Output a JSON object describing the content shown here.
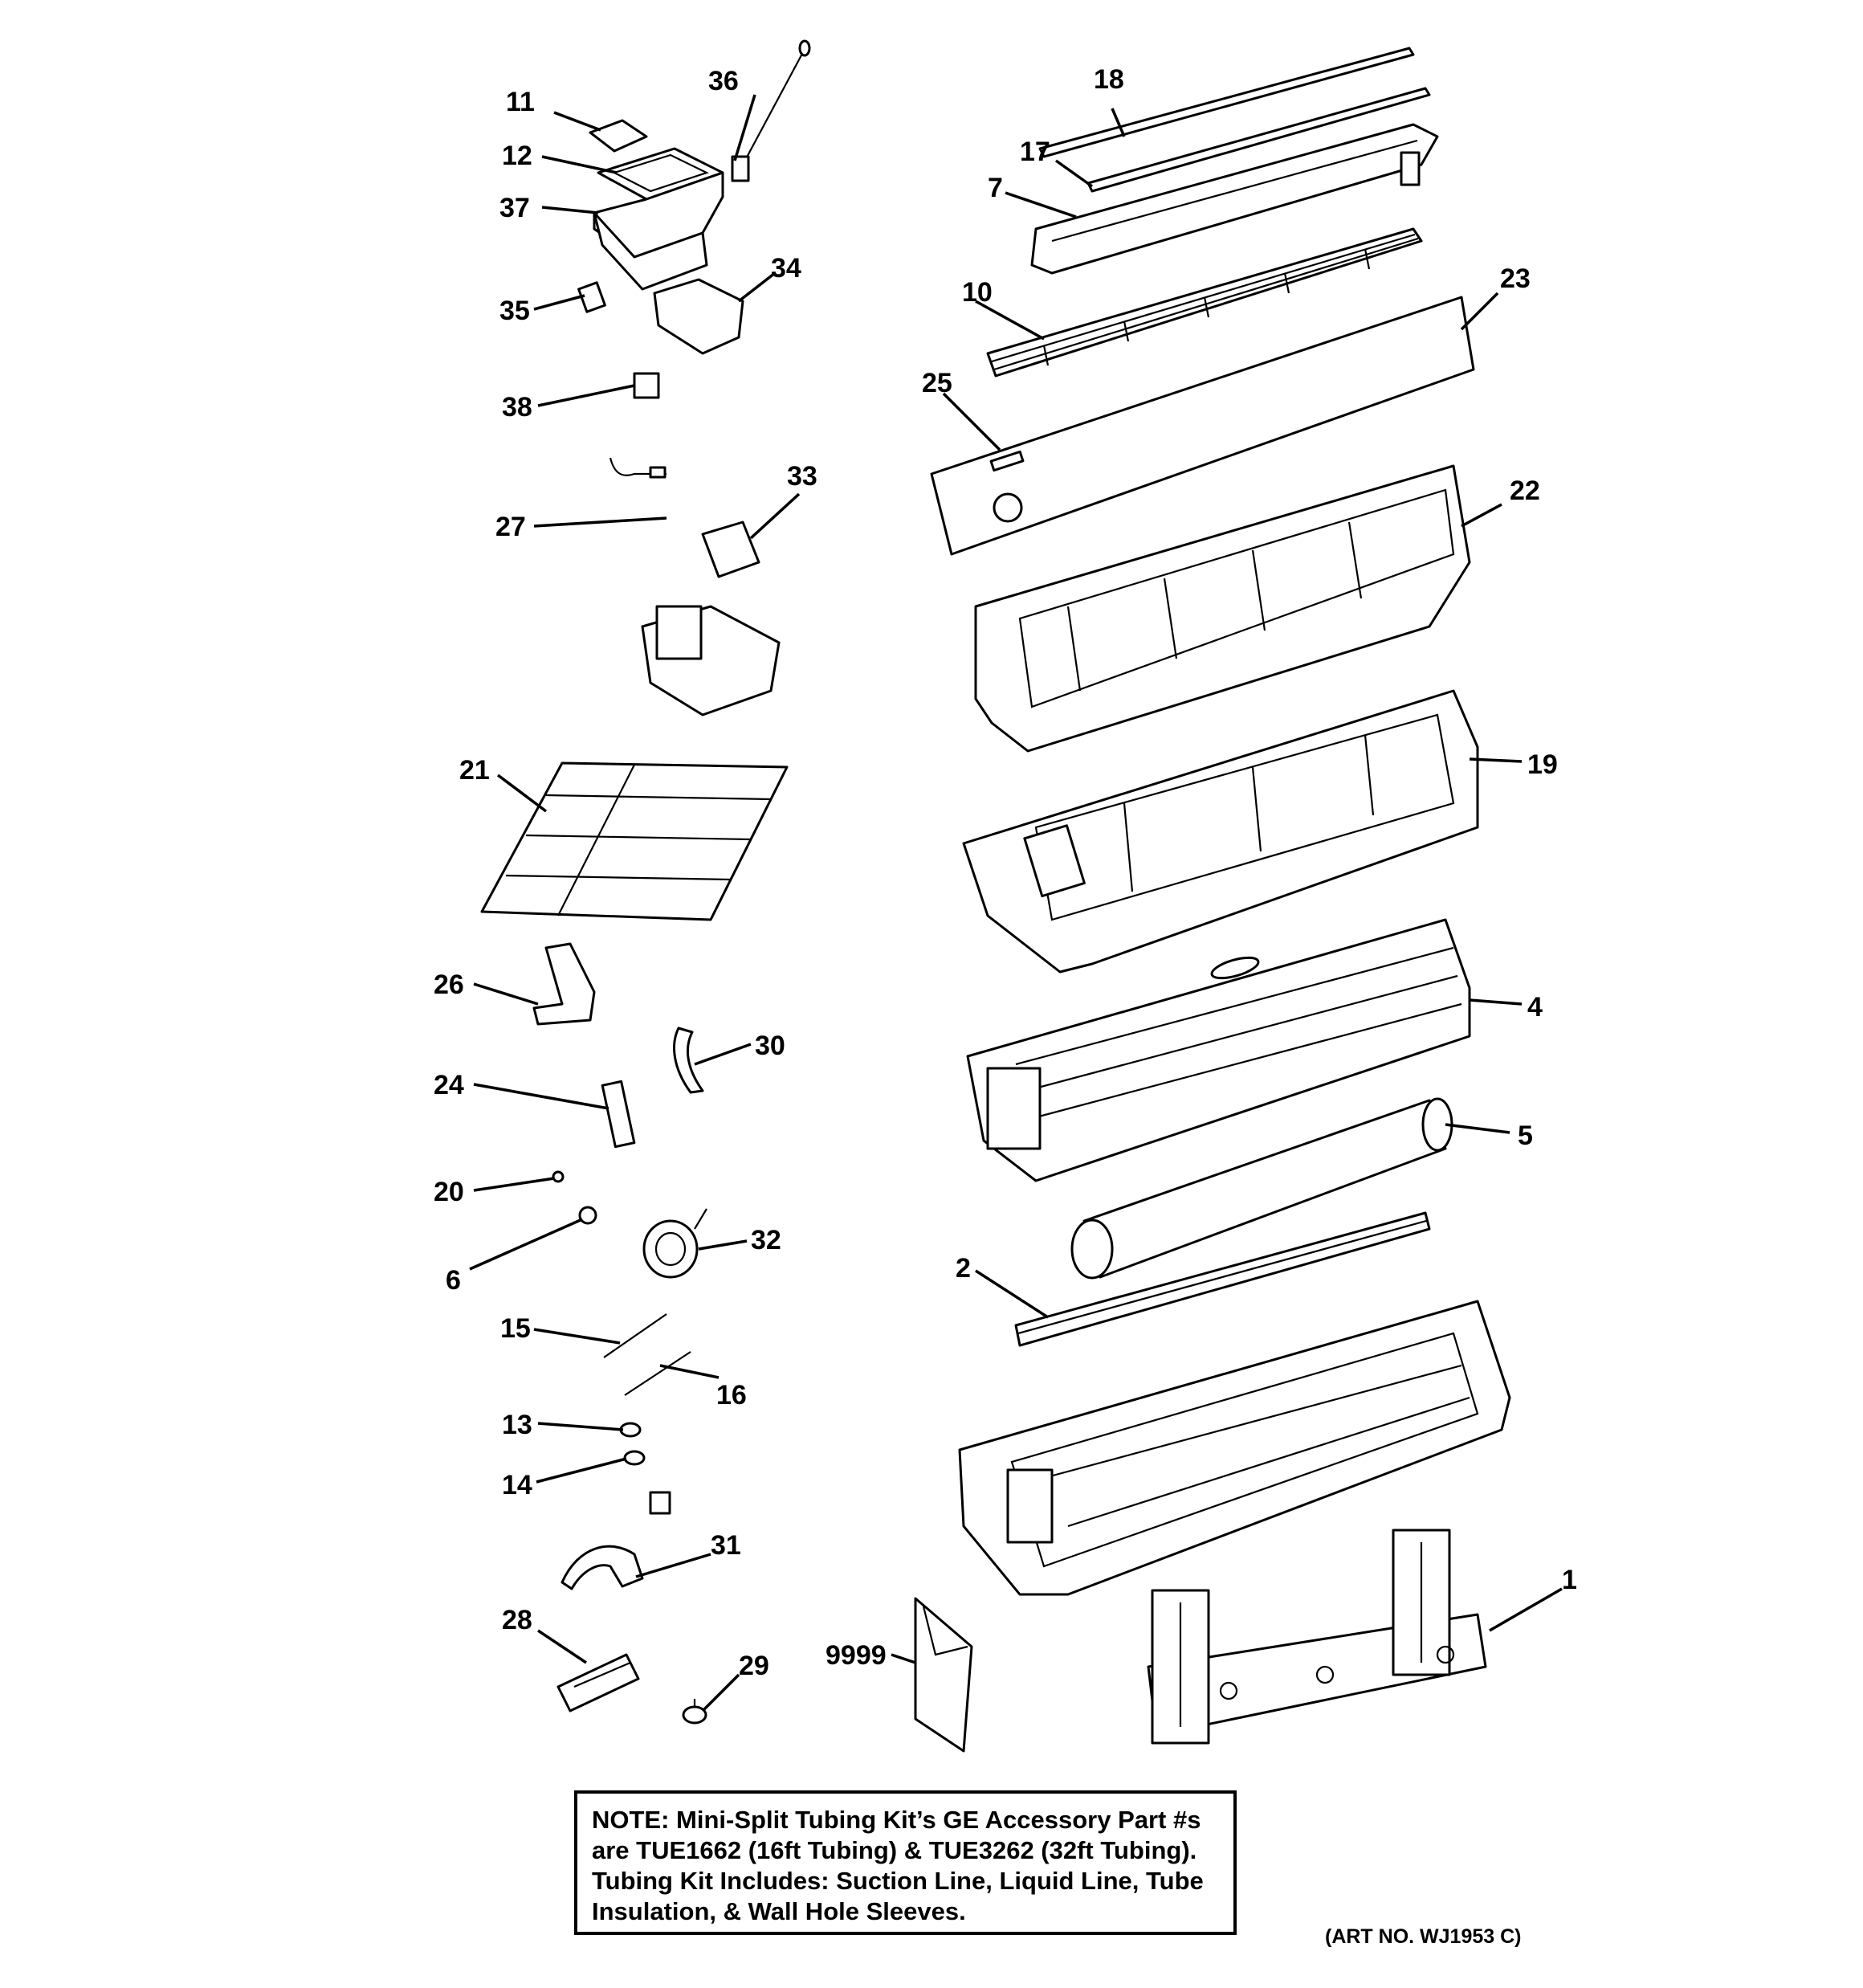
{
  "diagram": {
    "callouts": {
      "c1": "1",
      "c2": "2",
      "c4": "4",
      "c5": "5",
      "c6": "6",
      "c7": "7",
      "c10": "10",
      "c11": "11",
      "c12": "12",
      "c13": "13",
      "c14": "14",
      "c15": "15",
      "c16": "16",
      "c17": "17",
      "c18": "18",
      "c19": "19",
      "c20": "20",
      "c21": "21",
      "c22": "22",
      "c23": "23",
      "c24": "24",
      "c25": "25",
      "c26": "26",
      "c27": "27",
      "c28": "28",
      "c29": "29",
      "c30": "30",
      "c31": "31",
      "c32": "32",
      "c33": "33",
      "c34": "34",
      "c35": "35",
      "c36": "36",
      "c37": "37",
      "c38": "38",
      "c9999": "9999"
    },
    "note": {
      "line1": "NOTE: Mini-Split Tubing Kit’s GE Accessory Part #s",
      "line2": "are TUE1662 (16ft Tubing) & TUE3262 (32ft Tubing).",
      "line3": "Tubing Kit Includes: Suction Line, Liquid Line, Tube",
      "line4": "Insulation, & Wall Hole Sleeves."
    },
    "art_number": "(ART NO. WJ1953 C)"
  }
}
